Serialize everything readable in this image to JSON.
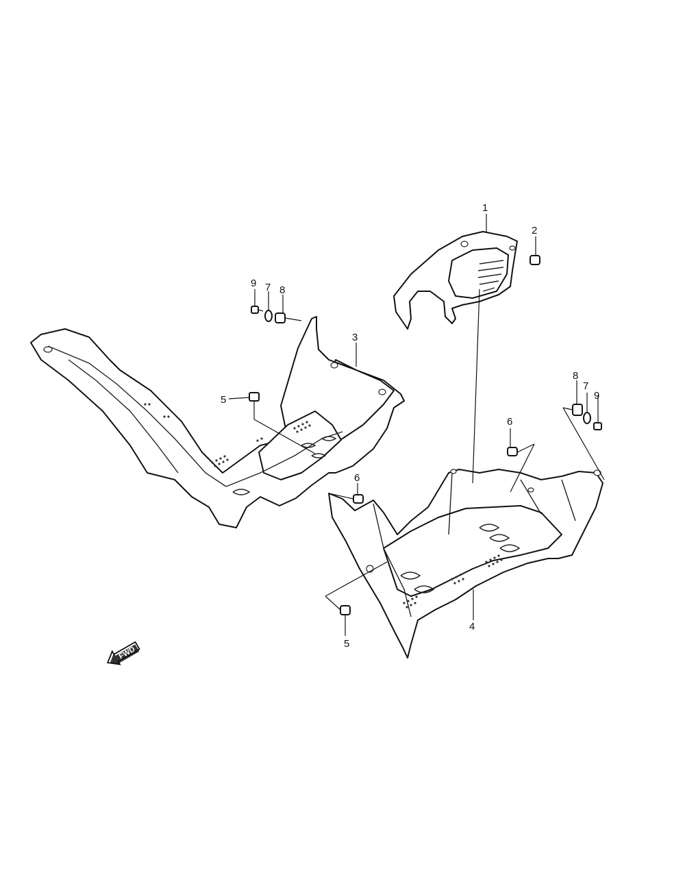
{
  "callouts": {
    "c1": "1",
    "c2": "2",
    "c3": "3",
    "c4": "4",
    "c5_left": "5",
    "c5_right": "5",
    "c6_upper": "6",
    "c6_lower": "6",
    "c7_left": "7",
    "c7_right": "7",
    "c8_left": "8",
    "c8_right": "8",
    "c9_left": "9",
    "c9_right": "9"
  },
  "direction_arrow": {
    "label": "FWD",
    "icon": "fwd-arrow-icon"
  },
  "colors": {
    "line": "#111111",
    "background": "#ffffff"
  }
}
